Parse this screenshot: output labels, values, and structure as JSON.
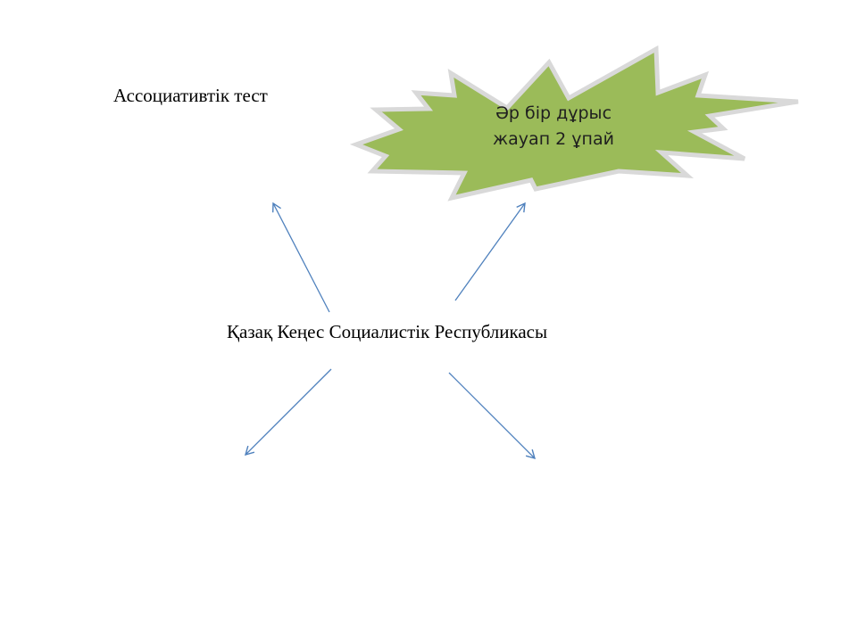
{
  "slide": {
    "title": "Ассоциативтік тест",
    "center_term": "Қазақ  Кеңес Социалистік Республикасы",
    "callout": {
      "line1": "Әр бір дұрыс",
      "line2": "жауап 2 ұпай"
    }
  },
  "colors": {
    "burst_fill": "#9bbb59",
    "burst_stroke": "#d9d9d9",
    "arrow": "#4f81bd",
    "text": "#000000"
  },
  "icons": {
    "burst": "explosion-shape",
    "arrows": "arrow-connector"
  }
}
